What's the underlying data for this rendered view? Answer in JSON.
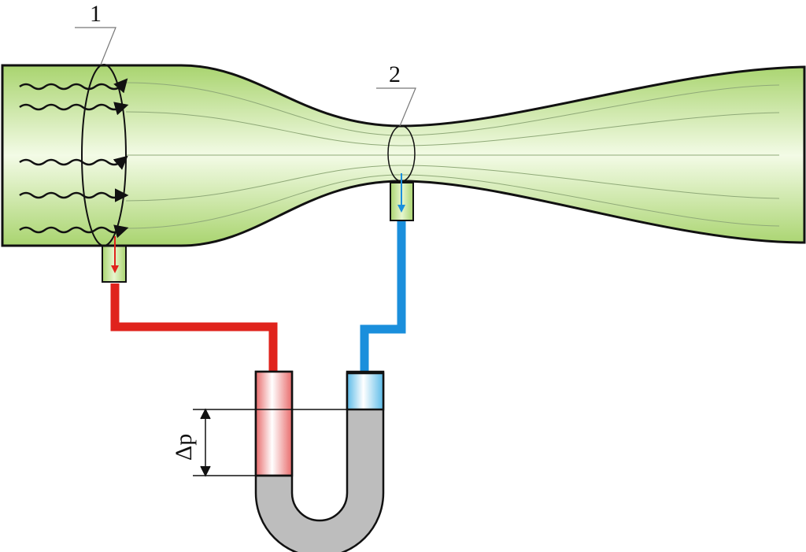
{
  "labels": {
    "section_1": "1",
    "section_2": "2",
    "pressure_difference": "Δp"
  },
  "colors": {
    "pipe_fill_light": "#eef8dc",
    "pipe_fill_mid": "#c6e89a",
    "pipe_fill_dark": "#a9d46f",
    "outline": "#111111",
    "high_pressure_line": "#e0231c",
    "low_pressure_line": "#1a8fdc",
    "manometer_fluid": "#bdbdbd",
    "high_pressure_fluid": "#f4a6a6",
    "low_pressure_fluid": "#a9dcf5"
  }
}
